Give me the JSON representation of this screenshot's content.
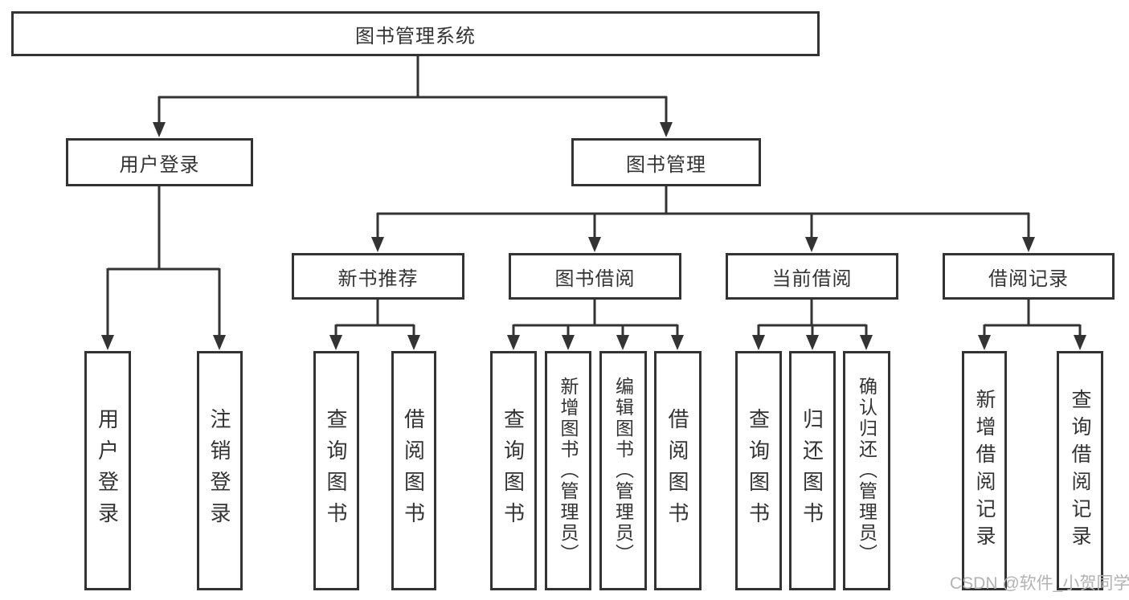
{
  "diagram_title": "图书管理系统",
  "colors": {
    "line": "#333333",
    "node_border": "#333333",
    "node_text": "#333333",
    "watermark_text": "#b3b3b3"
  },
  "tree": {
    "root": {
      "label": "图书管理系统",
      "children": [
        {
          "label": "用户登录",
          "children": [
            {
              "label": "用户登录"
            },
            {
              "label": "注销登录"
            }
          ]
        },
        {
          "label": "图书管理",
          "children": [
            {
              "label": "新书推荐",
              "children": [
                {
                  "label": "查询图书"
                },
                {
                  "label": "借阅图书"
                }
              ]
            },
            {
              "label": "图书借阅",
              "children": [
                {
                  "label": "查询图书"
                },
                {
                  "label": "新增图书（管理员）"
                },
                {
                  "label": "编辑图书（管理员）"
                },
                {
                  "label": "借阅图书"
                }
              ]
            },
            {
              "label": "当前借阅",
              "children": [
                {
                  "label": "查询图书"
                },
                {
                  "label": "归还图书"
                },
                {
                  "label": "确认归还（管理员）"
                }
              ]
            },
            {
              "label": "借阅记录",
              "children": [
                {
                  "label": "新增借阅记录"
                },
                {
                  "label": "查询借阅记录"
                }
              ]
            }
          ]
        }
      ]
    }
  },
  "watermark": {
    "text": "CSDN @软件_小贺同学"
  }
}
